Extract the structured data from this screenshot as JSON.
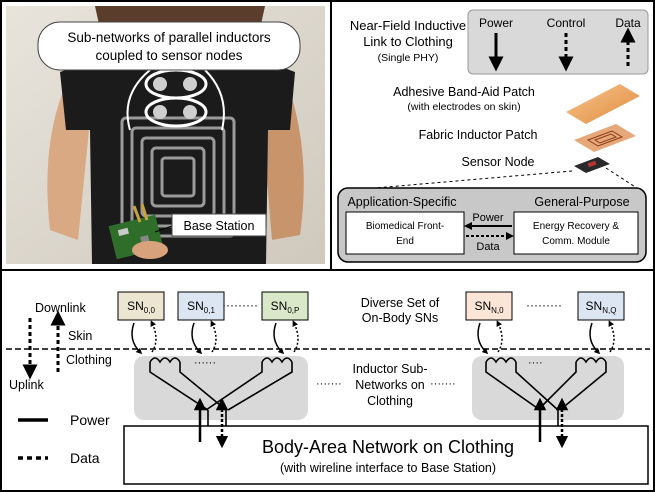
{
  "photo": {
    "callout": [
      "Sub-networks of parallel inductors",
      "coupled to sensor nodes"
    ],
    "base_station": "Base Station"
  },
  "link": {
    "title": [
      "Near-Field Inductive",
      "Link to Clothing"
    ],
    "subtitle": "(Single PHY)",
    "legend": {
      "power": "Power",
      "control": "Control",
      "data": "Data"
    }
  },
  "stack": {
    "bandaid": "Adhesive Band-Aid Patch",
    "bandaid_sub": "(with electrodes on skin)",
    "fabric": "Fabric Inductor Patch",
    "node": "Sensor Node"
  },
  "node_block": {
    "left_title": "Application-Specific",
    "right_title": "General-Purpose",
    "left_box": [
      "Biomedical Front-",
      "End"
    ],
    "right_box": [
      "Energy Recovery &",
      "Comm. Module"
    ],
    "power": "Power",
    "data": "Data"
  },
  "bottom": {
    "downlink": "Downlink",
    "uplink": "Uplink",
    "skin": "Skin",
    "clothing": "Clothing",
    "sn_set": [
      "Diverse Set of",
      "On-Body SNs"
    ],
    "sub_networks": [
      "Inductor Sub-",
      "Networks on",
      "Clothing"
    ],
    "ban_title": "Body-Area Network on Clothing",
    "ban_sub": "(with wireline interface to Base Station)",
    "legend_power": "Power",
    "legend_data": "Data",
    "sensor_nodes": [
      {
        "base": "SN",
        "sub": "0,0",
        "color": "#ece5d1"
      },
      {
        "base": "SN",
        "sub": "0,1",
        "color": "#dce6f3"
      },
      {
        "base": "SN",
        "sub": "0,P",
        "color": "#d9e8c8"
      },
      {
        "base": "SN",
        "sub": "N,0",
        "color": "#fbe5d6"
      },
      {
        "base": "SN",
        "sub": "N,Q",
        "color": "#dce6f3"
      }
    ]
  },
  "colors": {
    "panel_gray": "#d9d9d9",
    "block_gray": "#c8c8c8",
    "patch_orange": "#f0a55a",
    "shirt": "#1b1b1b"
  }
}
